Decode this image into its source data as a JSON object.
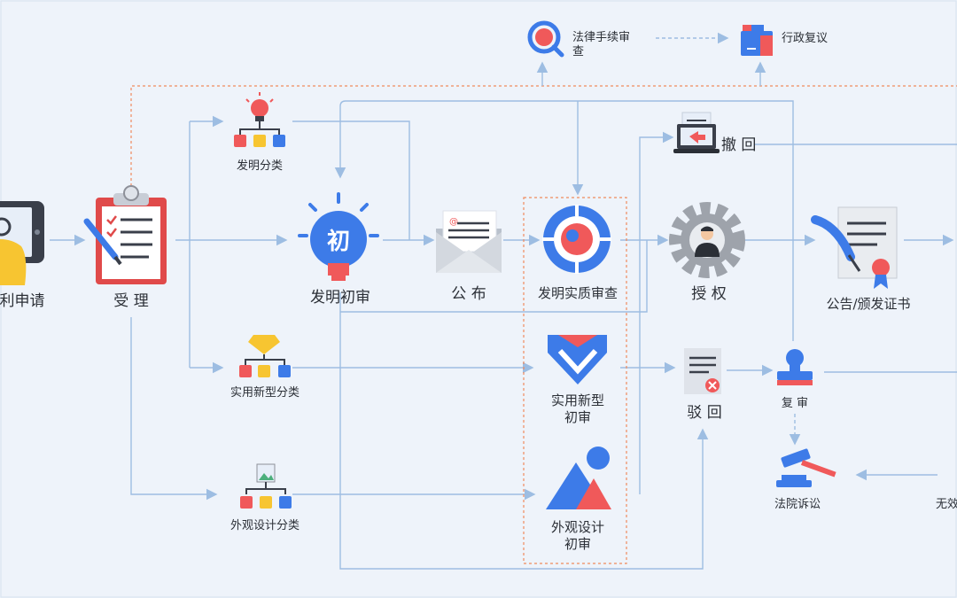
{
  "nodes": {
    "apply": "利申请",
    "accept": "受 理",
    "invention_classify": "发明分类",
    "utility_classify": "实用新型分类",
    "design_classify": "外观设计分类",
    "invention_prelim": "发明初审",
    "publish": "公 布",
    "substantive": "发明实质审查",
    "utility_prelim": "实用新型\n初审",
    "design_prelim": "外观设计\n初审",
    "withdraw": "撤 回",
    "grant": "授 权",
    "certificate": "公告/颁发证书",
    "reject": "驳 回",
    "reexam": "复 审",
    "court": "法院诉讼",
    "legal_review": "法律手续审\n查",
    "admin_review": "行政复议",
    "invalid": "无效"
  },
  "icon_text": {
    "chu": "初",
    "at": "@"
  },
  "colors": {
    "line": "#9dbde2",
    "dashed": "#f08a5d",
    "blue": "#3d7be8",
    "red": "#f0595a",
    "yellow": "#f7c531",
    "gray": "#8d9099",
    "bg": "#eef3fa"
  }
}
